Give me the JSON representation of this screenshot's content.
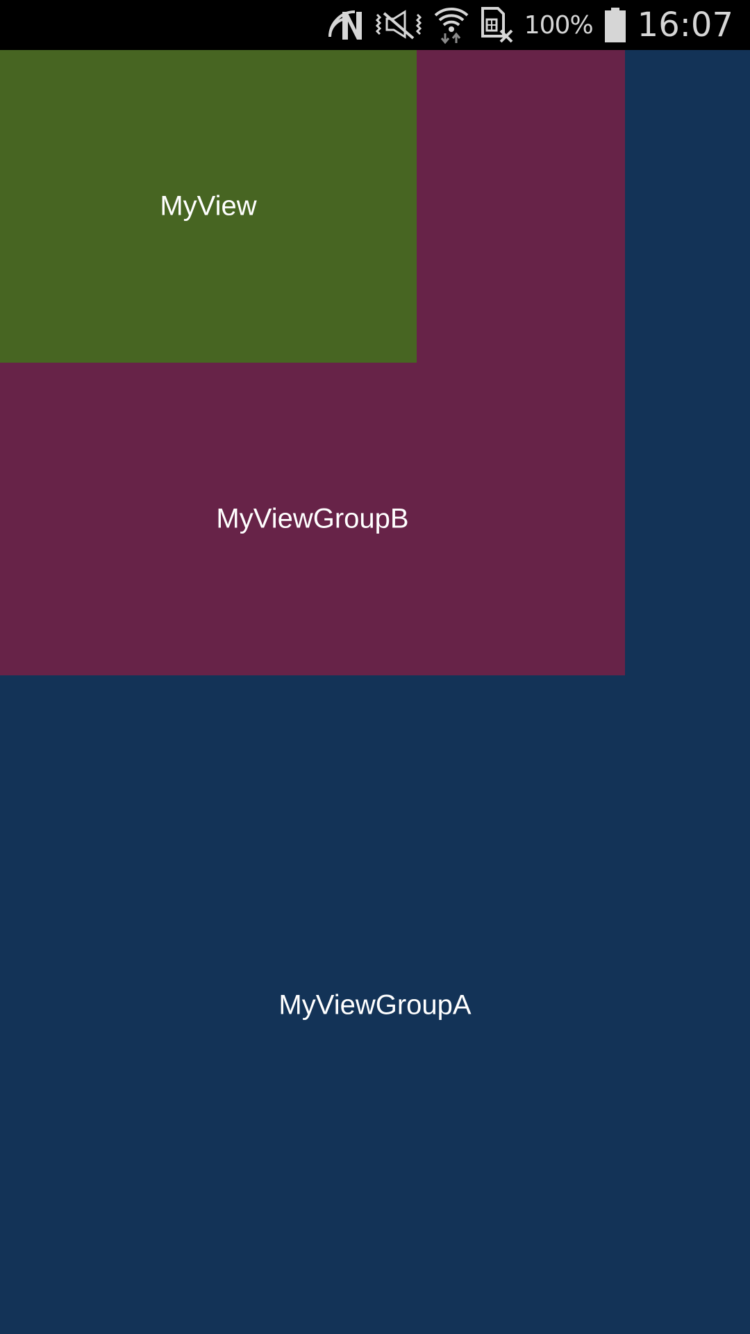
{
  "status_bar": {
    "icons": [
      "nfc-icon",
      "vibrate-icon",
      "wifi-icon",
      "no-sim-icon",
      "battery-icon"
    ],
    "battery_percent": "100%",
    "time": "16:07"
  },
  "views": {
    "group_a": {
      "label": "MyViewGroupA",
      "color": "#133357"
    },
    "group_b": {
      "label": "MyViewGroupB",
      "color": "#672348"
    },
    "my_view": {
      "label": "MyView",
      "color": "#476522"
    }
  }
}
